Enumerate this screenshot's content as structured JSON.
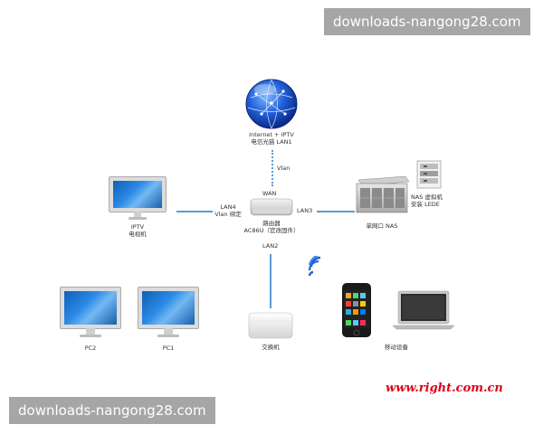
{
  "watermark_top": "downloads-nangong28.com",
  "watermark_bottom": "downloads-nangong28.com",
  "brand": "www.right.com.cn",
  "nodes": {
    "internet": {
      "line1": "Internet + IPTV",
      "line2": "电信光猫 LAN1"
    },
    "vlan": "Vlan",
    "wan": "WAN",
    "router": {
      "line1": "路由器",
      "line2": "AC86U（官改固件）"
    },
    "lan4": {
      "line1": "LAN4",
      "line2": "Vlan 绑定"
    },
    "lan3": "LAN3",
    "lan2": "LAN2",
    "iptv": {
      "line1": "IPTV",
      "line2": "电视机"
    },
    "nas": "单网口 NAS",
    "nas_vm": {
      "line1": "NAS 虚拟机",
      "line2": "安装 LEDE"
    },
    "pc2": "PC2",
    "pc1": "PC1",
    "switch": "交换机",
    "mobile": "移动设备"
  }
}
